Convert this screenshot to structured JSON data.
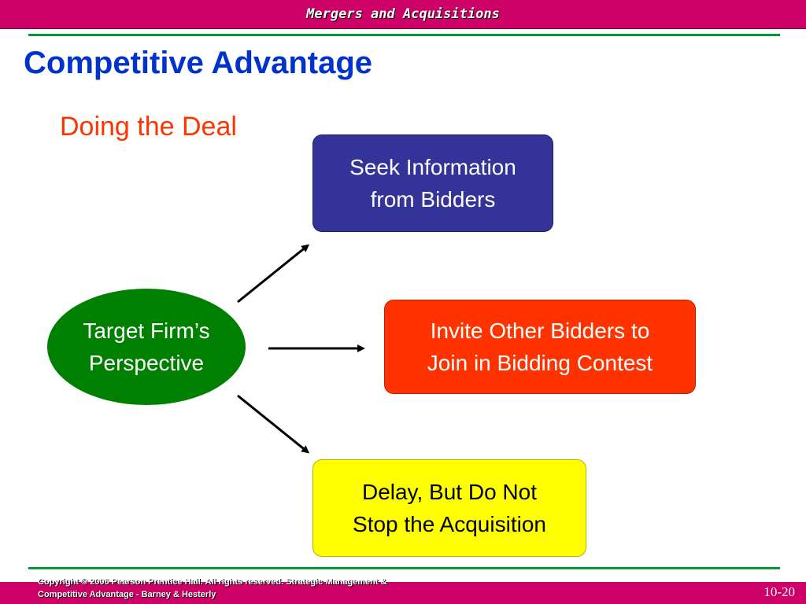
{
  "header": {
    "title": "Mergers and Acquisitions"
  },
  "slide": {
    "title": "Competitive Advantage",
    "subtitle": "Doing the Deal"
  },
  "diagram": {
    "center": {
      "line1": "Target Firm’s",
      "line2": "Perspective"
    },
    "options": [
      {
        "line1": "Seek Information",
        "line2": "from Bidders",
        "color": "#333399"
      },
      {
        "line1": "Invite Other Bidders to",
        "line2": "Join in Bidding Contest",
        "color": "#ff3300"
      },
      {
        "line1": "Delay, But Do Not",
        "line2": "Stop the Acquisition",
        "color": "#ffff00"
      }
    ],
    "center_color": "#008000"
  },
  "footer": {
    "copyright_line1": "Copyright © 2006 Pearson Prentice Hall. All rights reserved. Strategic Management &",
    "copyright_line2": "Competitive Advantage - Barney & Hesterly",
    "page_number": "10-20"
  },
  "colors": {
    "bar": "#cc0066",
    "rule": "#009933",
    "title": "#0033cc",
    "subtitle": "#ff3300"
  }
}
